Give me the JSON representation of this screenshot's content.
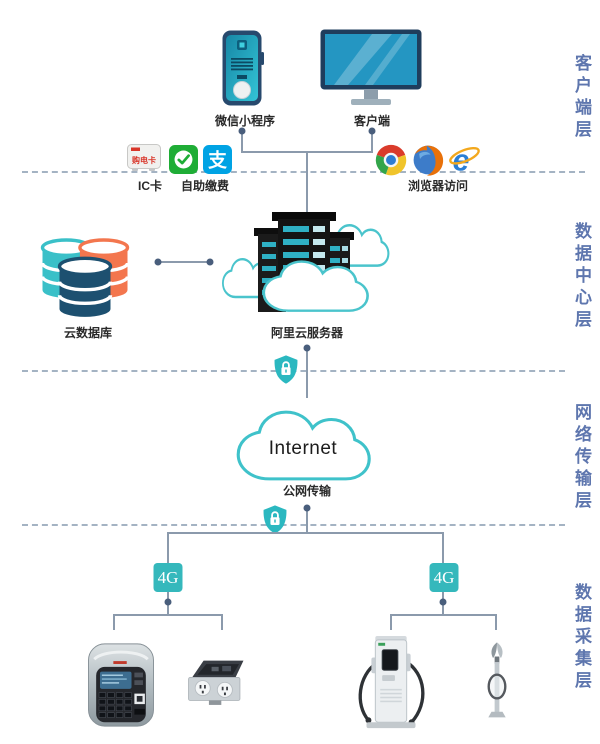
{
  "layer_labels": {
    "client": "客户端层",
    "data_center": "数据中心层",
    "network_transport": "网络传输层",
    "data_collection": "数据采集层"
  },
  "client_layer": {
    "wechat_mini_program": "微信小程序",
    "client_terminal": "客户端",
    "ic_card": "IC卡",
    "ic_card_text": "购电卡",
    "self_service_payment": "自助缴费",
    "browser_access": "浏览器访问",
    "alipay_glyph": "支"
  },
  "data_center_layer": {
    "cloud_database": "云数据库",
    "aliyun_server": "阿里云服务器"
  },
  "network_layer": {
    "internet": "Internet",
    "public_network": "公网传输"
  },
  "collection_layer": {
    "left_4g": "4G",
    "right_4g": "4G"
  },
  "colors": {
    "teal": "#2eb6bd",
    "navy": "#1e3c5c",
    "orange": "#f3764e",
    "db_teal": "#3ac0c8",
    "layer_label_blue": "#5e76ae",
    "line_gray": "#8b9aac",
    "dot_navy": "#495e7c",
    "wechat_green": "#1fad36",
    "alipay_blue": "#00a3e4"
  }
}
